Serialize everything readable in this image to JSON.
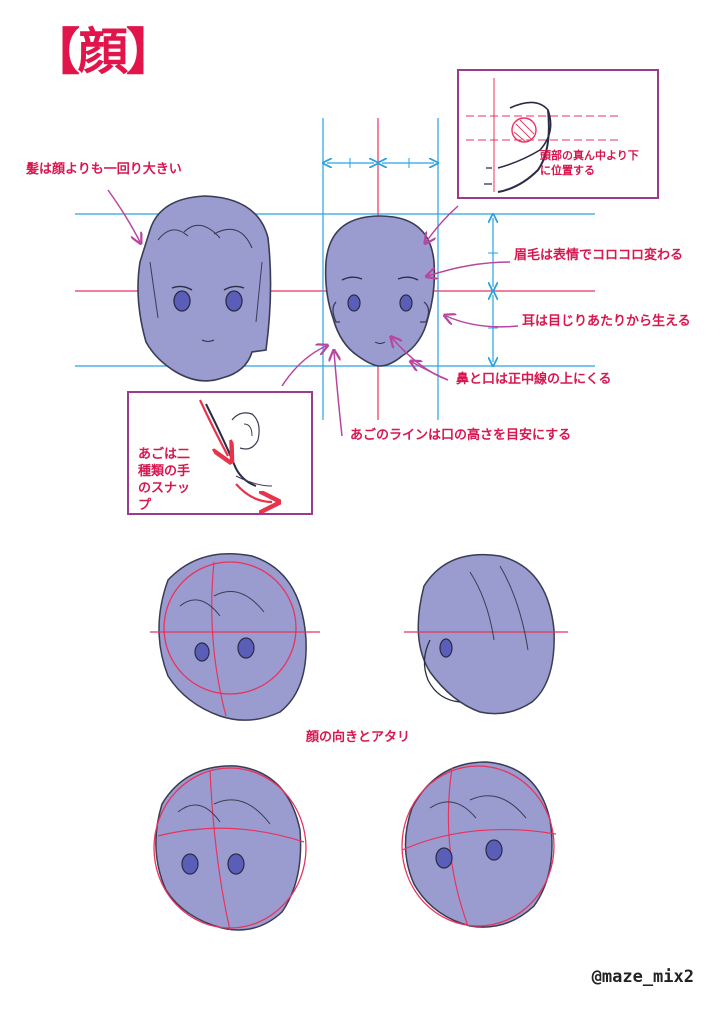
{
  "title": "【顔】",
  "labels": {
    "hair": "髪は顔よりも一回り大きい",
    "head_center": "頭部の真ん中より下に位置する",
    "eyebrows": "眉毛は表情でコロコロ変わる",
    "ears": "耳は目じりあたりから生える",
    "nose_mouth": "鼻と口は正中線の上にくる",
    "jawline": "あごのラインは口の高さを目安にする",
    "chin": "あごは二種類の手のスナップ",
    "orientation": "顔の向きとアタリ"
  },
  "credit": "@maze_mix2",
  "colors": {
    "accent": "#e2154a",
    "guide_red": "#e8335f",
    "guide_blue": "#2aa2e0",
    "frame": "#9a3b8e",
    "skin": "#9a9ccf",
    "outline": "#3a3c55",
    "eye": "#5a5eb8"
  },
  "icons": [
    "face-sketch",
    "bald-head-sketch",
    "ear-sketch",
    "chin-sketch",
    "arrow"
  ]
}
